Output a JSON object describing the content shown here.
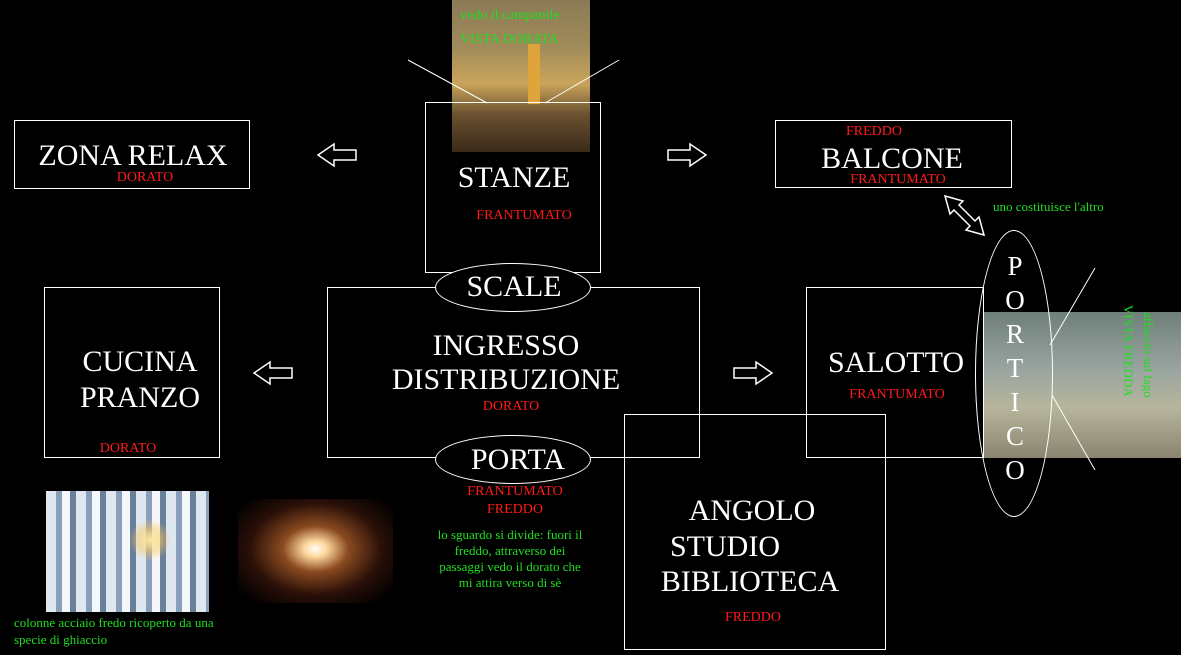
{
  "rooms": {
    "zona_relax": {
      "title": "ZONA RELAX",
      "tag": "DORATO"
    },
    "stanze": {
      "title": "STANZE",
      "tag": "FRANTUMATO"
    },
    "balcone": {
      "title": "BALCONE",
      "tag_top": "FREDDO",
      "tag_bottom": "FRANTUMATO"
    },
    "cucina": {
      "line1": "CUCINA",
      "line2": "PRANZO",
      "tag": "DORATO"
    },
    "ingresso": {
      "line1": "INGRESSO",
      "line2": "DISTRIBUZIONE",
      "tag": "DORATO"
    },
    "salotto": {
      "title": "SALOTTO",
      "tag": "FRANTUMATO"
    },
    "angolo": {
      "line1": "ANGOLO",
      "line2": "STUDIO",
      "line3": "BIBLIOTECA",
      "tag": "FREDDO"
    }
  },
  "connectors": {
    "scale": "SCALE",
    "porta": "PORTA",
    "porta_tag1": "FRANTUMATO",
    "porta_tag2": "FREDDO",
    "portico_letters": [
      "P",
      "O",
      "R",
      "T",
      "I",
      "C",
      "O"
    ]
  },
  "notes": {
    "campanile_1": "vedo il campanile",
    "campanile_2": "VISTA DORATA",
    "costituisce": "uno costituisce l'altro",
    "vista_fredda": "VISTA FREDDA",
    "affaccio": "affaccio sul lago",
    "sguardo": [
      "lo sguardo si divide: fuori il",
      "freddo, attraverso dei",
      "passaggi vedo il dorato che",
      "mi attira verso di sè"
    ],
    "colonne": [
      "colonne acciaio fredo ricoperto da una",
      "specie di ghiaccio"
    ]
  },
  "colors": {
    "background": "#000000",
    "line": "#ffffff",
    "tag_red": "#ff1a1a",
    "note_green": "#22dd22"
  }
}
